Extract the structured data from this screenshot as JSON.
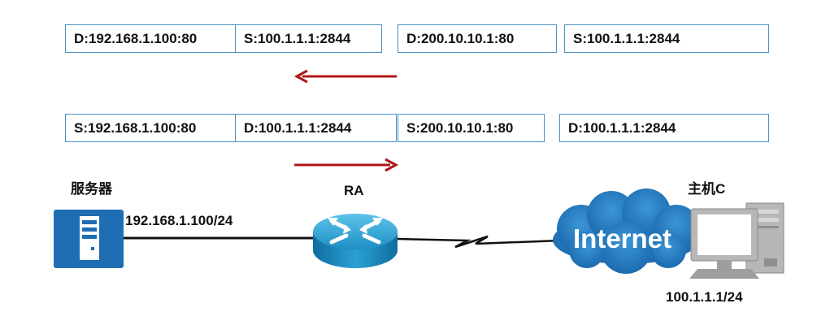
{
  "return_packet": {
    "left": {
      "dst": "D:192.168.1.100:80",
      "src": "S:100.1.1.1:2844"
    },
    "right": {
      "dst": "D:200.10.10.1:80",
      "src": "S:100.1.1.1:2844"
    }
  },
  "forward_packet": {
    "left": {
      "src": "S:192.168.1.100:80",
      "dst": "D:100.1.1.1:2844"
    },
    "right": {
      "src": "S:200.10.10.1:80",
      "dst": "D:100.1.1.1:2844"
    }
  },
  "nodes": {
    "server": {
      "label": "服务器",
      "ip": "192.168.1.100/24"
    },
    "router": {
      "label": "RA"
    },
    "cloud": {
      "label": "Internet"
    },
    "host": {
      "label": "主机C",
      "ip": "100.1.1.1/24"
    }
  },
  "colors": {
    "arrow": "#b01818",
    "box_border": "#4a90c2",
    "server": "#1f6db3",
    "router": "#1d8fc4",
    "cloud": "#1f7bc0",
    "pc": "#b7b7b7"
  },
  "icons": {
    "server": "server-icon",
    "router": "router-icon",
    "cloud": "cloud-icon",
    "host": "desktop-computer-icon"
  }
}
